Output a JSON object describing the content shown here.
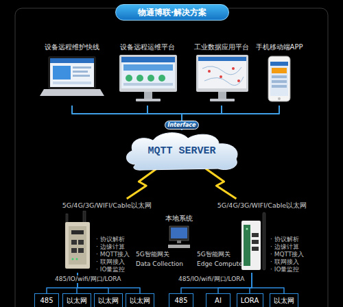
{
  "diagram": {
    "title": "物通博联·解决方案",
    "nodes": [
      {
        "text": [
          "设备远程维护快线"
        ]
      },
      {
        "text": [
          "设备远程运维平台"
        ]
      },
      {
        "text": [
          "工业数据应用平台"
        ]
      },
      {
        "text": [
          "手机移动端APP"
        ]
      },
      {
        "text": [
          "Interface"
        ]
      },
      {
        "text": [
          "MQTT SERVER"
        ]
      },
      {
        "text": [
          "本地系统"
        ]
      },
      {
        "text": [
          "5G/4G/3G/WIFI/Cable以太网"
        ]
      },
      {
        "text": [
          "5G/4G/3G/WIFI/Cable以太网"
        ]
      },
      {
        "text": [
          "485"
        ]
      },
      {
        "text": [
          "以太网"
        ]
      },
      {
        "text": [
          "以太网"
        ]
      },
      {
        "text": [
          "以太网"
        ]
      },
      {
        "text": [
          "485"
        ]
      },
      {
        "text": [
          "AI"
        ]
      },
      {
        "text": [
          "LORA"
        ]
      },
      {
        "text": [
          "以太网"
        ]
      }
    ],
    "edges": [
      {
        "from": 0,
        "to": 4,
        "arrow": "none"
      },
      {
        "from": 1,
        "to": 4,
        "arrow": "none"
      },
      {
        "from": 2,
        "to": 4,
        "arrow": "none"
      },
      {
        "from": 3,
        "to": 4,
        "arrow": "none"
      },
      {
        "from": 4,
        "to": 5,
        "arrow": "none"
      },
      {
        "from": 5,
        "to": 7,
        "arrow": "none"
      },
      {
        "from": 5,
        "to": 8,
        "arrow": "none"
      },
      {
        "from": 7,
        "to": 9,
        "arrow": "none"
      },
      {
        "from": 7,
        "to": 10,
        "arrow": "none"
      },
      {
        "from": 7,
        "to": 11,
        "arrow": "none"
      },
      {
        "from": 7,
        "to": 12,
        "arrow": "none"
      },
      {
        "from": 8,
        "to": 13,
        "arrow": "none"
      },
      {
        "from": 8,
        "to": 14,
        "arrow": "none"
      },
      {
        "from": 8,
        "to": 15,
        "arrow": "none"
      },
      {
        "from": 8,
        "to": 16,
        "arrow": "none"
      }
    ],
    "labels": [
      "5G智能网关",
      "Data Collection",
      "· 协议解析",
      "· 边缘计算",
      "· MQTT接入",
      "· 联网接入",
      "· IO量监控",
      "5G智能网关",
      "Edge Compute",
      "· 协议解析",
      "· 边缘计算",
      "· MQTT接入",
      "· 联网接入",
      "· IO量监控",
      "485/IO/wifi/网口/LORA",
      "485/IO/wifi/网口/LORA"
    ]
  }
}
